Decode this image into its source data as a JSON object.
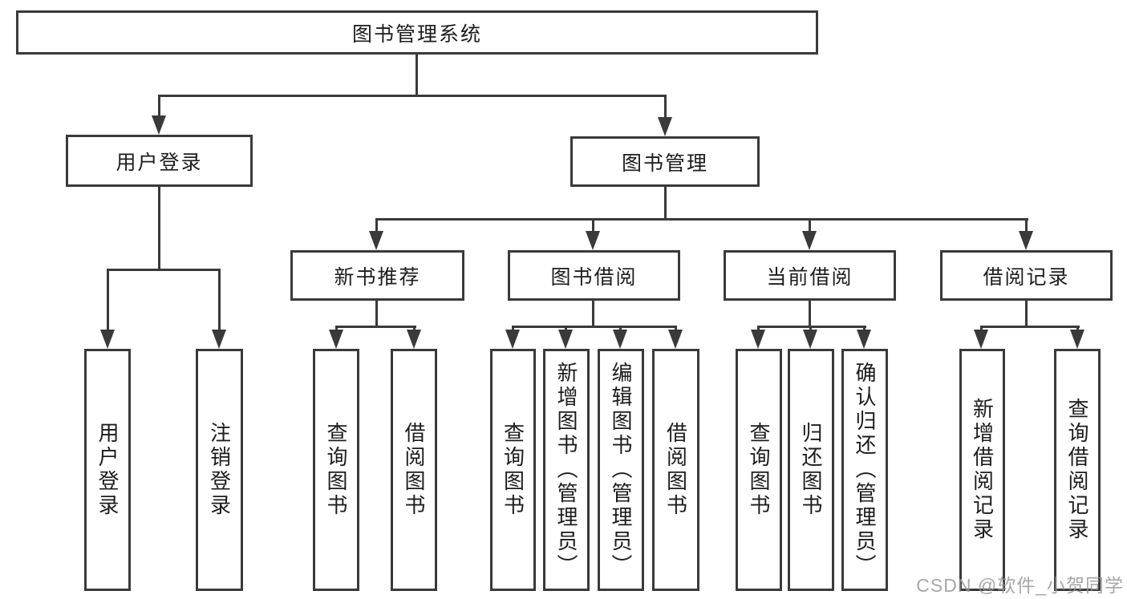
{
  "diagram": {
    "root": {
      "label": "图书管理系统"
    },
    "level2": [
      {
        "id": "user-login",
        "label": "用户登录"
      },
      {
        "id": "book-management",
        "label": "图书管理"
      }
    ],
    "level3": [
      {
        "id": "new-book-recommend",
        "label": "新书推荐"
      },
      {
        "id": "book-borrowing",
        "label": "图书借阅"
      },
      {
        "id": "current-borrowing",
        "label": "当前借阅"
      },
      {
        "id": "borrow-records",
        "label": "借阅记录"
      }
    ],
    "leaves": [
      {
        "id": "user-login-leaf",
        "label": "用户登录"
      },
      {
        "id": "logout-leaf",
        "label": "注销登录"
      },
      {
        "id": "query-books-new",
        "label": "查询图书"
      },
      {
        "id": "borrow-books-new",
        "label": "借阅图书"
      },
      {
        "id": "query-books-borrow",
        "label": "查询图书"
      },
      {
        "id": "add-books-admin",
        "label": "新增图书（管理员）"
      },
      {
        "id": "edit-books-admin",
        "label": "编辑图书（管理员）"
      },
      {
        "id": "borrow-books-borrow",
        "label": "借阅图书"
      },
      {
        "id": "query-books-current",
        "label": "查询图书"
      },
      {
        "id": "return-books",
        "label": "归还图书"
      },
      {
        "id": "confirm-return-admin",
        "label": "确认归还（管理员）"
      },
      {
        "id": "add-borrow-record",
        "label": "新增借阅记录"
      },
      {
        "id": "query-borrow-record",
        "label": "查询借阅记录"
      }
    ],
    "watermark": "CSDN @软件_小贺同学",
    "colors": {
      "line": "#3a3a3a",
      "text": "#1c1c1c",
      "watermark": "#969696"
    }
  }
}
